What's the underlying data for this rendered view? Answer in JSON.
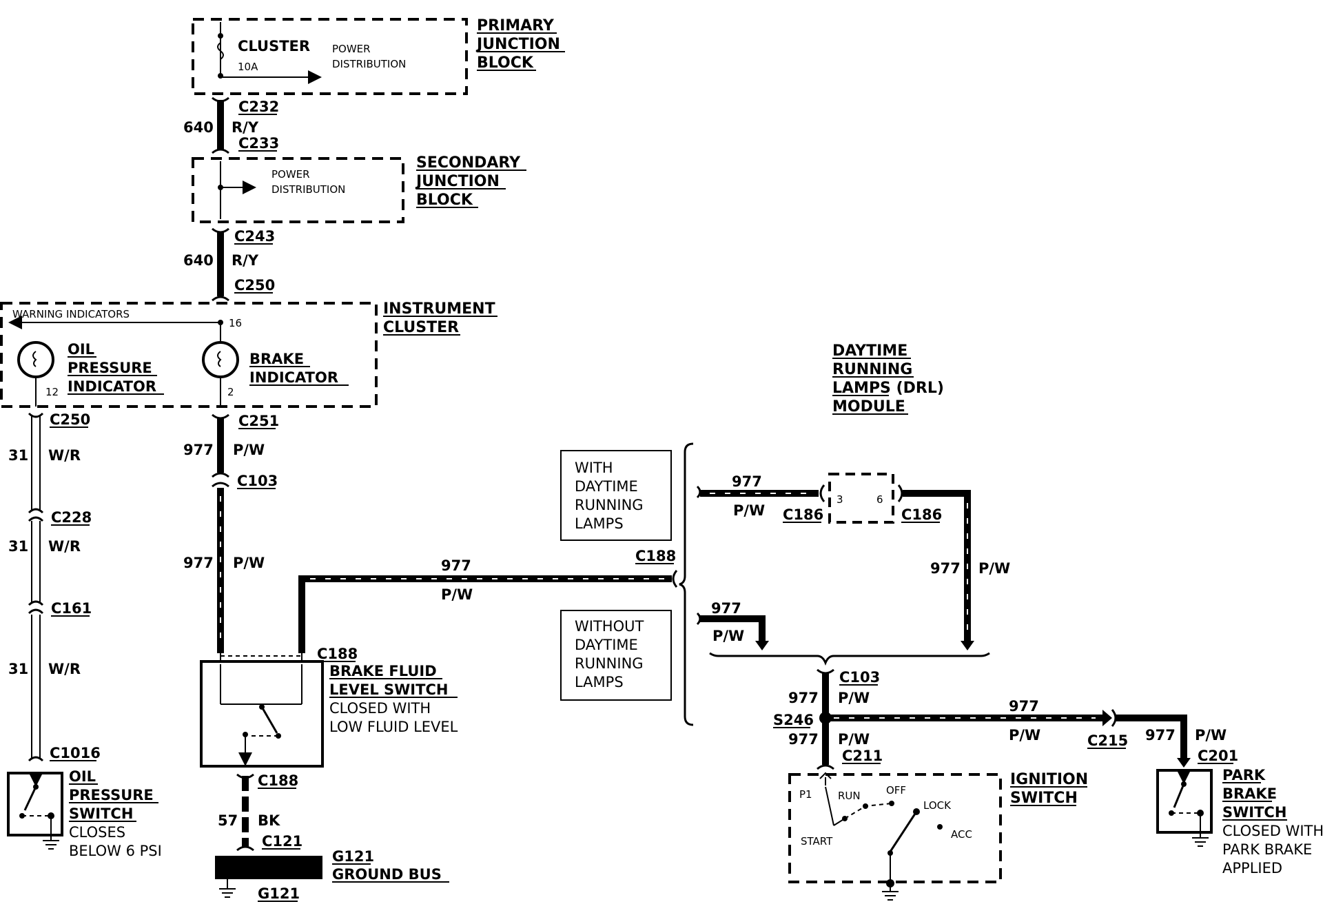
{
  "blocks": {
    "primary": {
      "lines": [
        "PRIMARY",
        "JUNCTION",
        "BLOCK"
      ],
      "fuse_name": "CLUSTER",
      "fuse_rating": "10A",
      "dist": [
        "POWER",
        "DISTRIBUTION"
      ]
    },
    "secondary": {
      "lines": [
        "SECONDARY",
        "JUNCTION",
        "BLOCK"
      ],
      "dist": [
        "POWER",
        "DISTRIBUTION"
      ]
    },
    "cluster": {
      "lines": [
        "INSTRUMENT",
        "CLUSTER"
      ],
      "warning": "WARNING INDICATORS",
      "pin16": "16",
      "pin12": "12",
      "pin2": "2",
      "oil_ind": [
        "OIL",
        "PRESSURE",
        "INDICATOR"
      ],
      "brake_ind": [
        "BRAKE",
        "INDICATOR"
      ]
    },
    "drl": {
      "lines": [
        "DAYTIME",
        "RUNNING",
        "LAMPS (DRL)",
        "MODULE"
      ],
      "pin3": "3",
      "pin6": "6"
    },
    "with_drl": [
      "WITH",
      "DAYTIME",
      "RUNNING",
      "LAMPS"
    ],
    "without_drl": [
      "WITHOUT",
      "DAYTIME",
      "RUNNING",
      "LAMPS"
    ],
    "brake_fluid": [
      "BRAKE FLUID",
      "LEVEL SWITCH",
      "CLOSED WITH",
      "LOW FLUID LEVEL"
    ],
    "oil_switch": [
      "OIL",
      "PRESSURE",
      "SWITCH",
      "CLOSES",
      "BELOW 6 PSI"
    ],
    "ground": {
      "name": "G121",
      "desc": "GROUND BUS",
      "bottom": "G121"
    },
    "ignition": {
      "lines": [
        "IGNITION",
        "SWITCH"
      ],
      "p1": "P1",
      "run": "RUN",
      "off": "OFF",
      "lock": "LOCK",
      "acc": "ACC",
      "start": "START"
    },
    "park": [
      "PARK",
      "BRAKE",
      "SWITCH",
      "CLOSED WITH",
      "PARK BRAKE",
      "APPLIED"
    ]
  },
  "connectors": {
    "c232": "C232",
    "c233": "C233",
    "c243": "C243",
    "c250a": "C250",
    "c250b": "C250",
    "c251": "C251",
    "c103a": "C103",
    "c228": "C228",
    "c161": "C161",
    "c1016": "C1016",
    "c188a": "C188",
    "c188b": "C188",
    "c188c": "C188",
    "c121": "C121",
    "c186a": "C186",
    "c186b": "C186",
    "c103b": "C103",
    "s246": "S246",
    "c211": "C211",
    "c215": "C215",
    "c201": "C201"
  },
  "wires": {
    "w640a": {
      "num": "640",
      "color": "R/Y"
    },
    "w640b": {
      "num": "640",
      "color": "R/Y"
    },
    "w31a": {
      "num": "31",
      "color": "W/R"
    },
    "w31b": {
      "num": "31",
      "color": "W/R"
    },
    "w31c": {
      "num": "31",
      "color": "W/R"
    },
    "w977a": {
      "num": "977",
      "color": "P/W"
    },
    "w977b": {
      "num": "977",
      "color": "P/W"
    },
    "w977c": {
      "num": "977",
      "color": "P/W"
    },
    "w977d": {
      "num": "977",
      "color": "P/W"
    },
    "w977e": {
      "num": "977",
      "color": "P/W"
    },
    "w977f": {
      "num": "977",
      "color": "P/W"
    },
    "w977g": {
      "num": "977",
      "color": "P/W"
    },
    "w977h": {
      "num": "977",
      "color": "P/W"
    },
    "w977i": {
      "num": "977",
      "color": "P/W"
    },
    "w977j": {
      "num": "977",
      "color": "P/W"
    },
    "w57": {
      "num": "57",
      "color": "BK"
    }
  }
}
